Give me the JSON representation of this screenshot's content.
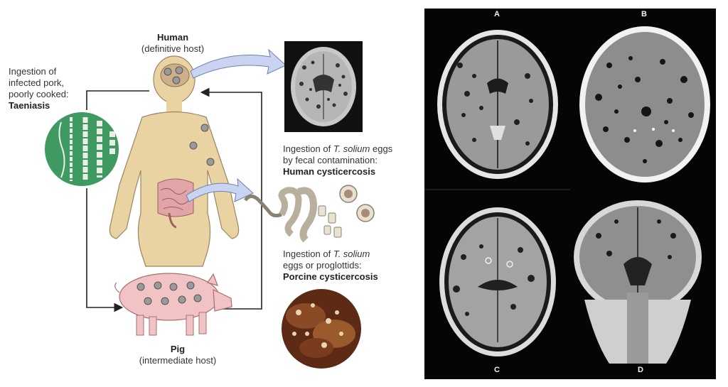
{
  "lifecycle": {
    "human": {
      "title": "Human",
      "subtitle": "(definitive host)"
    },
    "taeniasis": {
      "line1": "Ingestion of",
      "line2": "infected pork,",
      "line3": "poorly cooked:",
      "bold": "Taeniasis"
    },
    "human_cysticercosis": {
      "line1_pre": "Ingestion of ",
      "line1_italic": "T. solium",
      "line1_post": " eggs",
      "line2": "by fecal contamination:",
      "bold": "Human cysticercosis"
    },
    "porcine_cysticercosis": {
      "line1_pre": "Ingestion of ",
      "line1_italic": "T. solium",
      "line2": "eggs or proglottids:",
      "bold": "Porcine cysticercosis"
    },
    "pig": {
      "title": "Pig",
      "subtitle": "(intermediate host)"
    }
  },
  "scans": {
    "panels": [
      {
        "letter": "A"
      },
      {
        "letter": "B"
      },
      {
        "letter": "C"
      },
      {
        "letter": "D"
      }
    ]
  },
  "colors": {
    "skin": "#ead3a3",
    "pig": "#f2c3c5",
    "cyst": "#9a9a9a",
    "arrow": "#c9d3f2",
    "cycle_line": "#222222",
    "scan_bg": "#050505"
  }
}
